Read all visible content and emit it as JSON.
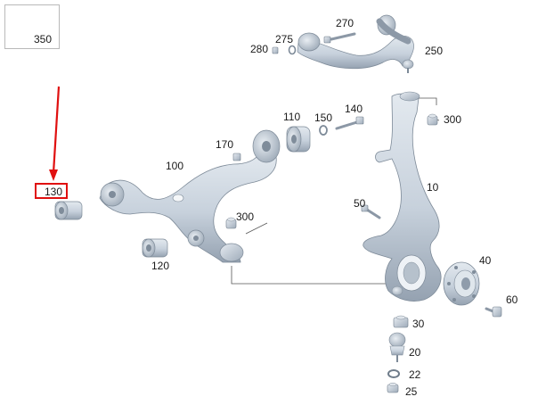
{
  "diagram": {
    "highlight_color": "#e01010",
    "part_color": "#c9d3de",
    "part_shade": "#9aa7b5",
    "labels": {
      "p350": "350",
      "p270": "270",
      "p275": "275",
      "p280": "280",
      "p250": "250",
      "p140": "140",
      "p110": "110",
      "p150": "150",
      "p300a": "300",
      "p170": "170",
      "p100": "100",
      "p10": "10",
      "p130": "130",
      "p50": "50",
      "p300b": "300",
      "p120": "120",
      "p40": "40",
      "p60": "60",
      "p30": "30",
      "p20": "20",
      "p22": "22",
      "p25": "25"
    }
  }
}
